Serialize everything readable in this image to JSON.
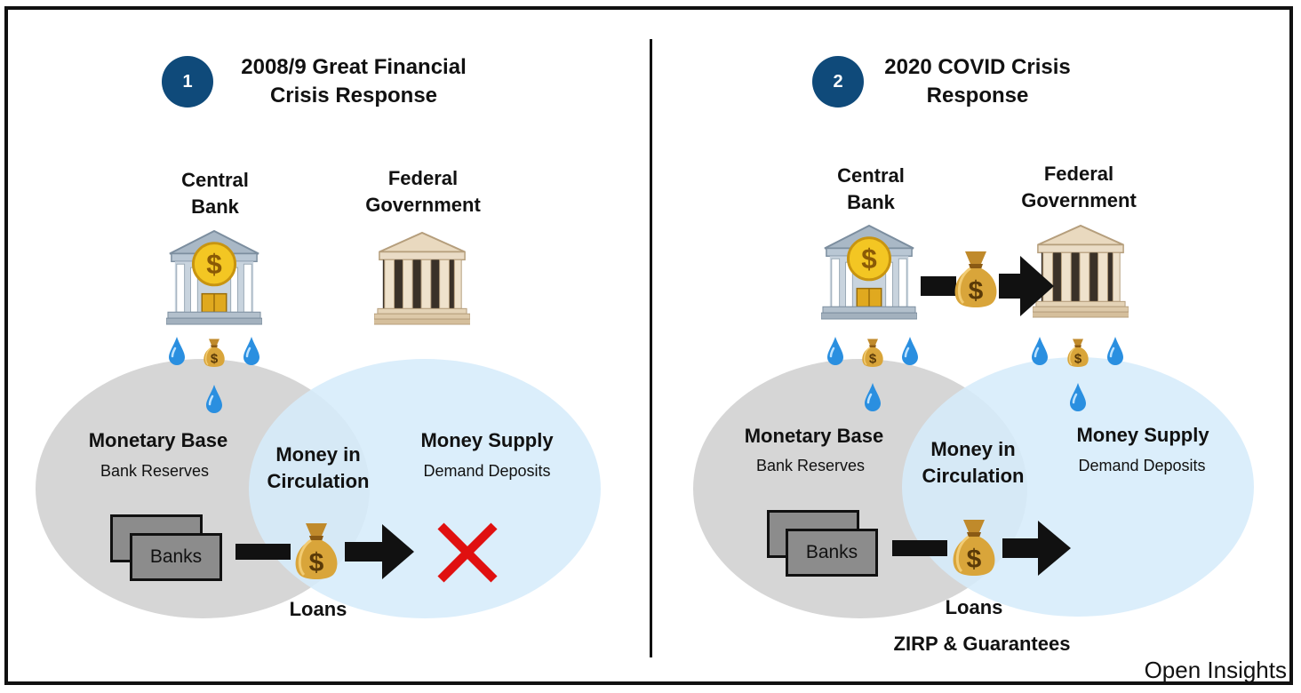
{
  "left": {
    "badge": "1",
    "title_line1": "2008/9 Great Financial",
    "title_line2": "Crisis Response",
    "central_bank_line1": "Central",
    "central_bank_line2": "Bank",
    "federal_line1": "Federal",
    "federal_line2": "Government",
    "monetary_base": "Monetary Base",
    "bank_reserves": "Bank Reserves",
    "circulation_line1": "Money in",
    "circulation_line2": "Circulation",
    "money_supply": "Money Supply",
    "demand_deposits": "Demand Deposits",
    "banks": "Banks",
    "loans": "Loans"
  },
  "right": {
    "badge": "2",
    "title_line1": "2020 COVID Crisis",
    "title_line2": "Response",
    "central_bank_line1": "Central",
    "central_bank_line2": "Bank",
    "federal_line1": "Federal",
    "federal_line2": "Government",
    "monetary_base": "Monetary Base",
    "bank_reserves": "Bank Reserves",
    "circulation_line1": "Money in",
    "circulation_line2": "Circulation",
    "money_supply": "Money Supply",
    "demand_deposits": "Demand Deposits",
    "banks": "Banks",
    "loans": "Loans",
    "footnote": "ZIRP & Guarantees"
  },
  "credit": "Open Insights",
  "colors": {
    "badge": "#0f4a7a",
    "monetary_base_ellipse": "#d6d6d6",
    "money_supply_ellipse": "#d6ecfa",
    "bank_gray": "#8c8c8c",
    "cross": "#e01010",
    "drop": "#2a8fe0",
    "money_bag": "#d9a53a"
  },
  "icons": {
    "central_bank": "bank-with-dollar-icon",
    "federal_government": "classical-building-icon",
    "money": "money-bag-icon",
    "liquidity": "water-drop-icon",
    "blocked": "red-cross-icon"
  }
}
